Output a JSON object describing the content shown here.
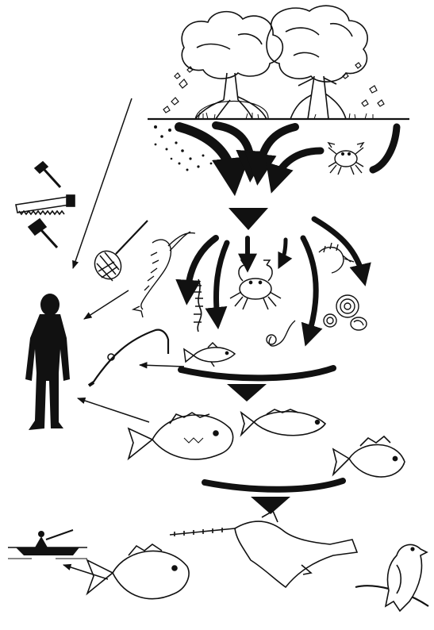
{
  "diagram": {
    "kind": "mangrove-food-web-illustration",
    "colors": {
      "ink": "#111111",
      "paper": "#ffffff"
    },
    "nodes": [
      {
        "id": "mangrove-trees",
        "icon": "mangrove-tree-icon"
      },
      {
        "id": "leaf-litter",
        "icon": "leaf-litter-icon"
      },
      {
        "id": "crab-top",
        "icon": "crab-icon"
      },
      {
        "id": "hand-tools",
        "icon": "tools-icon"
      },
      {
        "id": "human",
        "icon": "human-silhouette-icon"
      },
      {
        "id": "shrimp",
        "icon": "shrimp-icon"
      },
      {
        "id": "scoop-net",
        "icon": "scoop-net-icon"
      },
      {
        "id": "worm",
        "icon": "worm-icon"
      },
      {
        "id": "crab-middle",
        "icon": "crab-icon"
      },
      {
        "id": "prawn",
        "icon": "prawn-icon"
      },
      {
        "id": "snails",
        "icon": "snail-icon"
      },
      {
        "id": "small-fish",
        "icon": "small-fish-icon"
      },
      {
        "id": "fishing-rod",
        "icon": "fishing-rod-icon"
      },
      {
        "id": "snapper-1",
        "icon": "fish-icon"
      },
      {
        "id": "snapper-2",
        "icon": "fish-icon"
      },
      {
        "id": "snapper-3",
        "icon": "fish-icon"
      },
      {
        "id": "boat",
        "icon": "boat-icon"
      },
      {
        "id": "snapper-4",
        "icon": "fish-icon"
      },
      {
        "id": "sawfish",
        "icon": "sawfish-icon"
      },
      {
        "id": "eagle",
        "icon": "bird-icon"
      }
    ],
    "flows": [
      {
        "from": "leaf-litter",
        "to": "detritus",
        "style": "bold-curved"
      },
      {
        "from": "detritus",
        "to": "invertebrates",
        "style": "bold-down"
      },
      {
        "from": "invertebrates",
        "to": "small-fish",
        "style": "bold-curved"
      },
      {
        "from": "small-fish",
        "to": "predatory-fish",
        "style": "bold-down"
      },
      {
        "from": "predatory-fish",
        "to": "top-predators",
        "style": "bold-down"
      },
      {
        "from": "mangrove-trees",
        "to": "human",
        "style": "thin"
      },
      {
        "from": "shrimp",
        "to": "human",
        "style": "thin"
      },
      {
        "from": "small-fish",
        "to": "fishing-rod",
        "style": "thin"
      },
      {
        "from": "snapper-1",
        "to": "human",
        "style": "thin"
      },
      {
        "from": "snapper-4",
        "to": "boat",
        "style": "thin"
      }
    ]
  }
}
